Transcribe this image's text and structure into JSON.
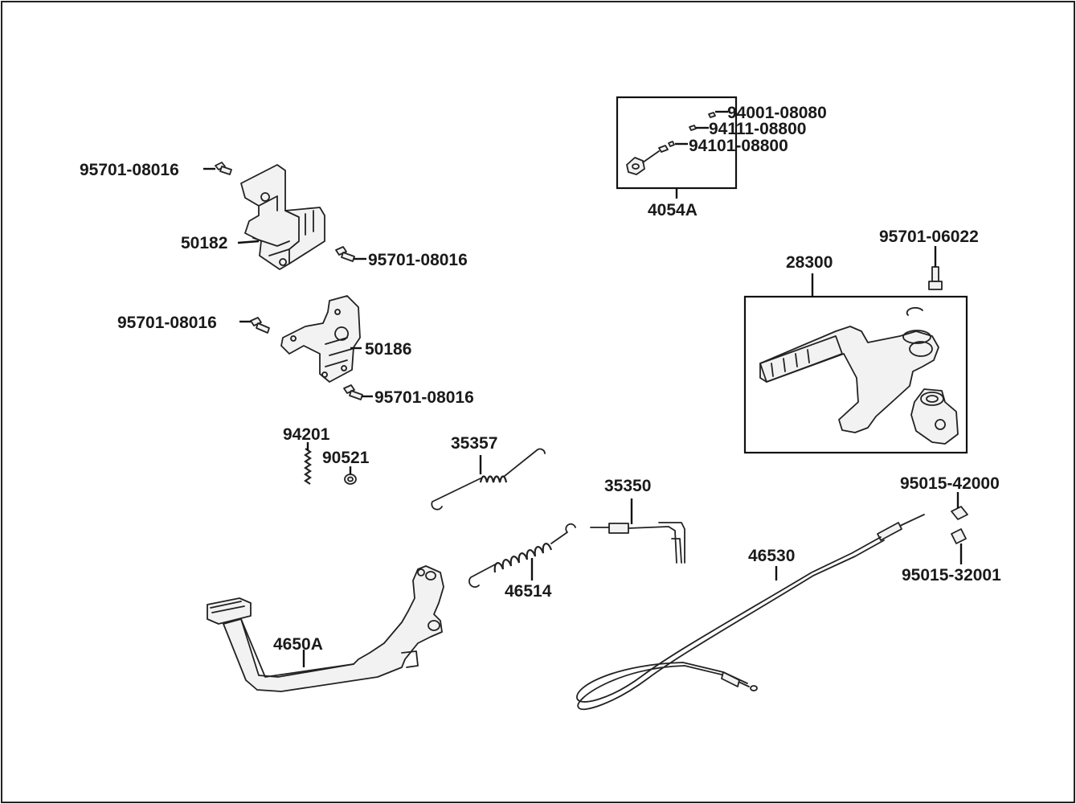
{
  "labels": {
    "p_95701_08016_a": "95701-08016",
    "p_50182": "50182",
    "p_95701_08016_b": "95701-08016",
    "p_95701_08016_c": "95701-08016",
    "p_50186": "50186",
    "p_95701_08016_d": "95701-08016",
    "p_94201": "94201",
    "p_90521": "90521",
    "p_35357": "35357",
    "p_94001_08080": "94001-08080",
    "p_94111_08800": "94111-08800",
    "p_94101_08800": "94101-08800",
    "p_4054A": "4054A",
    "p_95701_06022": "95701-06022",
    "p_28300": "28300",
    "p_35350": "35350",
    "p_46514": "46514",
    "p_4650A": "4650A",
    "p_46530": "46530",
    "p_95015_42000": "95015-42000",
    "p_95015_32001": "95015-32001"
  }
}
